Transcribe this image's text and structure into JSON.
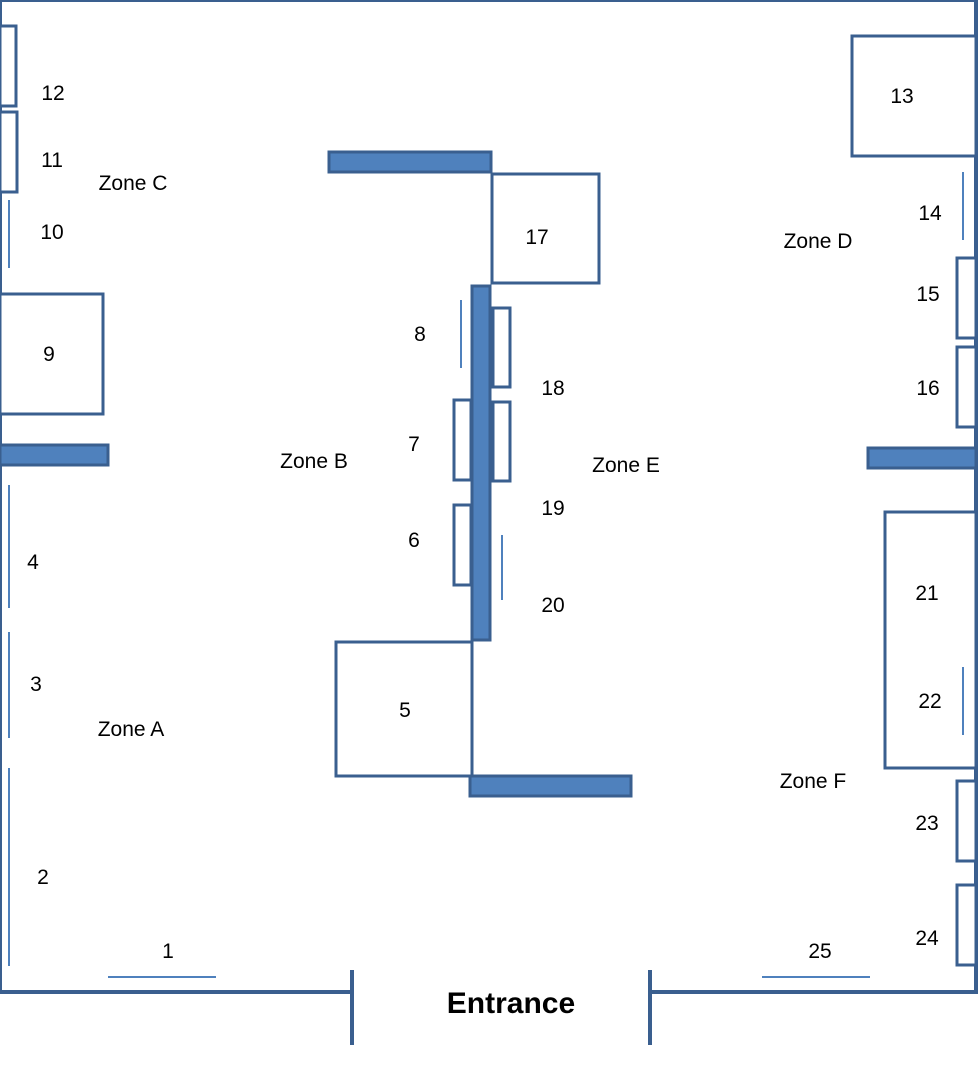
{
  "colors": {
    "outline": "#3a5f8f",
    "fill": "#4f81bd",
    "background": "#ffffff",
    "text": "#000000"
  },
  "entrance_label": "Entrance",
  "zones": {
    "a": "Zone A",
    "b": "Zone B",
    "c": "Zone C",
    "d": "Zone D",
    "e": "Zone E",
    "f": "Zone F"
  },
  "spots": {
    "s1": "1",
    "s2": "2",
    "s3": "3",
    "s4": "4",
    "s5": "5",
    "s6": "6",
    "s7": "7",
    "s8": "8",
    "s9": "9",
    "s10": "10",
    "s11": "11",
    "s12": "12",
    "s13": "13",
    "s14": "14",
    "s15": "15",
    "s16": "16",
    "s17": "17",
    "s18": "18",
    "s19": "19",
    "s20": "20",
    "s21": "21",
    "s22": "22",
    "s23": "23",
    "s24": "24",
    "s25": "25"
  }
}
